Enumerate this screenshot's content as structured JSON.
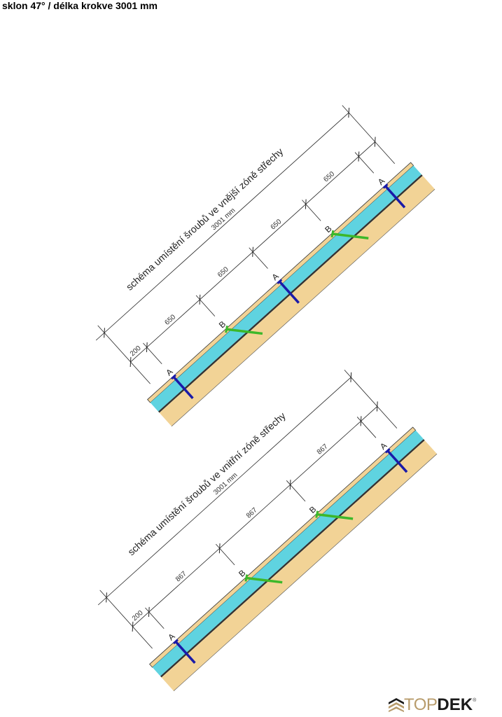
{
  "header": {
    "title": "sklon 47° / délka krokve 3001 mm"
  },
  "colors": {
    "insulation": "#5fd3e0",
    "wood": "#f2d396",
    "screw_a": "#1a1aa8",
    "screw_b": "#3cb82a"
  },
  "diagrams": [
    {
      "title": "schéma umístění šroubů ve vnější zóně střechy",
      "total_label": "3001 mm",
      "total": 3001,
      "segments": [
        200,
        650,
        650,
        650,
        650,
        200
      ],
      "segment_labels": [
        "200",
        "650",
        "650",
        "650",
        "650",
        ""
      ],
      "screws": [
        "A",
        "B",
        "A",
        "B",
        "A"
      ]
    },
    {
      "title": "schéma umístění šroubů ve vnitřní zóně střechy",
      "total_label": "3001 mm",
      "total": 3001,
      "segments": [
        200,
        867,
        867,
        867,
        200
      ],
      "segment_labels": [
        "200",
        "867",
        "867",
        "867",
        ""
      ],
      "screws": [
        "A",
        "B",
        "B",
        "A"
      ]
    }
  ],
  "logo": {
    "text_light": "TOP",
    "text_bold": "DEK",
    "reg": "®"
  }
}
